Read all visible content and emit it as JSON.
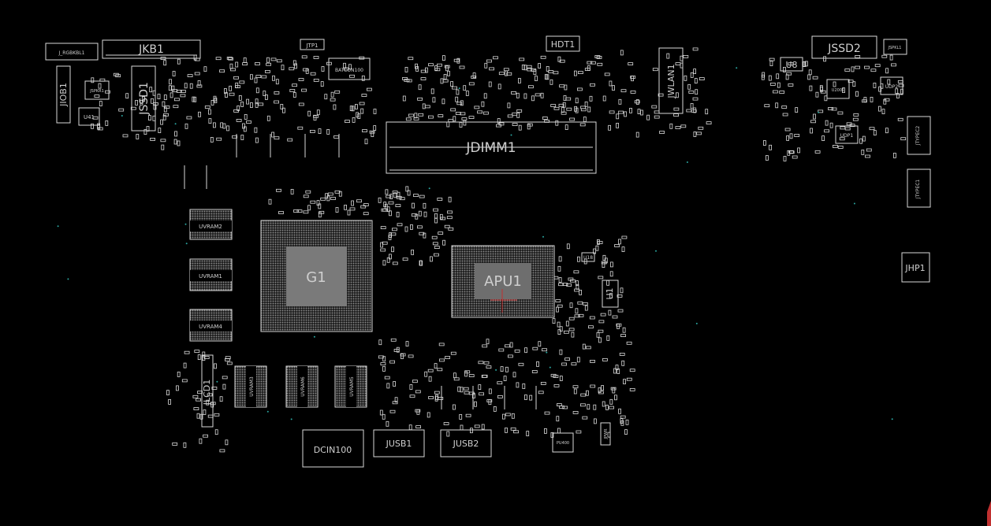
{
  "board": {
    "background": "#000000",
    "outline_color": "#d9d9d9",
    "chip_fill": "#8a8a8a",
    "via_color": "#2aa6a0",
    "marker_color": "#c03030"
  },
  "components": {
    "j_rgbkbl1": "J_RGBKBL1",
    "jkb1": "JKB1",
    "jtp1": "JTP1",
    "batcon100": "BATCON100",
    "hdt1": "HDT1",
    "jwlan1": "JWLAN1",
    "u8": "U8",
    "jssd2": "JSSD2",
    "jspkl1": "JSPKL1",
    "jiob1": "JIOB1",
    "jspkr1": "JSPKR1",
    "u41": "U41",
    "jssd1": "JSSD1",
    "jdimm1": "JDIMM1",
    "u2001": "U2001",
    "udp1": "UDP1",
    "udp2": "UDP2",
    "jtypec2": "JTYPEC2",
    "jtypec1": "JTYPEC1",
    "uvram2": "UVRAM2",
    "uvram1": "UVRAM1",
    "uvram4": "UVRAM4",
    "g1": "G1",
    "apu1": "APU1",
    "u18": "U18",
    "u1": "U1",
    "jhp1": "JHP1",
    "jlcd1": "JLCD1",
    "uvram3": "UVRAM3",
    "uvram6": "UVRAM6",
    "uvram5": "UVRAM5",
    "dcin100": "DCIN100",
    "jusb1": "JUSB1",
    "jusb2": "JUSB2",
    "pu400": "PU400",
    "jpwr": "JPWR"
  }
}
